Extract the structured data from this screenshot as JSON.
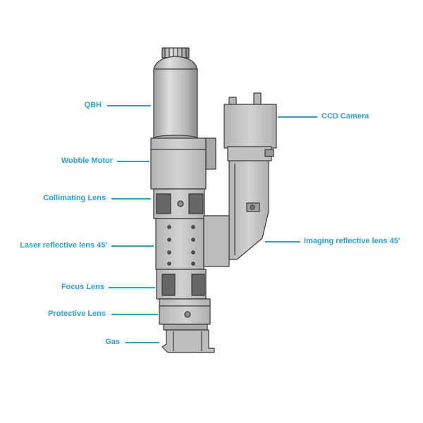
{
  "colors": {
    "label": "#29a3d6",
    "leader": "#29a3d6",
    "body": "#c8c8c8",
    "body_dark": "#9a9a9a",
    "outline": "#3a3a3a",
    "window": "#666666"
  },
  "labels": {
    "qbh": "QBH",
    "wobble_motor": "Wobble Motor",
    "collimating_lens": "Collimating Lens",
    "laser_reflective_lens": "Laser reflective lens 45'",
    "focus_lens": "Focus Lens",
    "protective_lens": "Protective Lens",
    "gas": "Gas",
    "ccd_camera": "CCD Camera",
    "imaging_reflective_lens": "Imaging reflective lens 45'"
  }
}
